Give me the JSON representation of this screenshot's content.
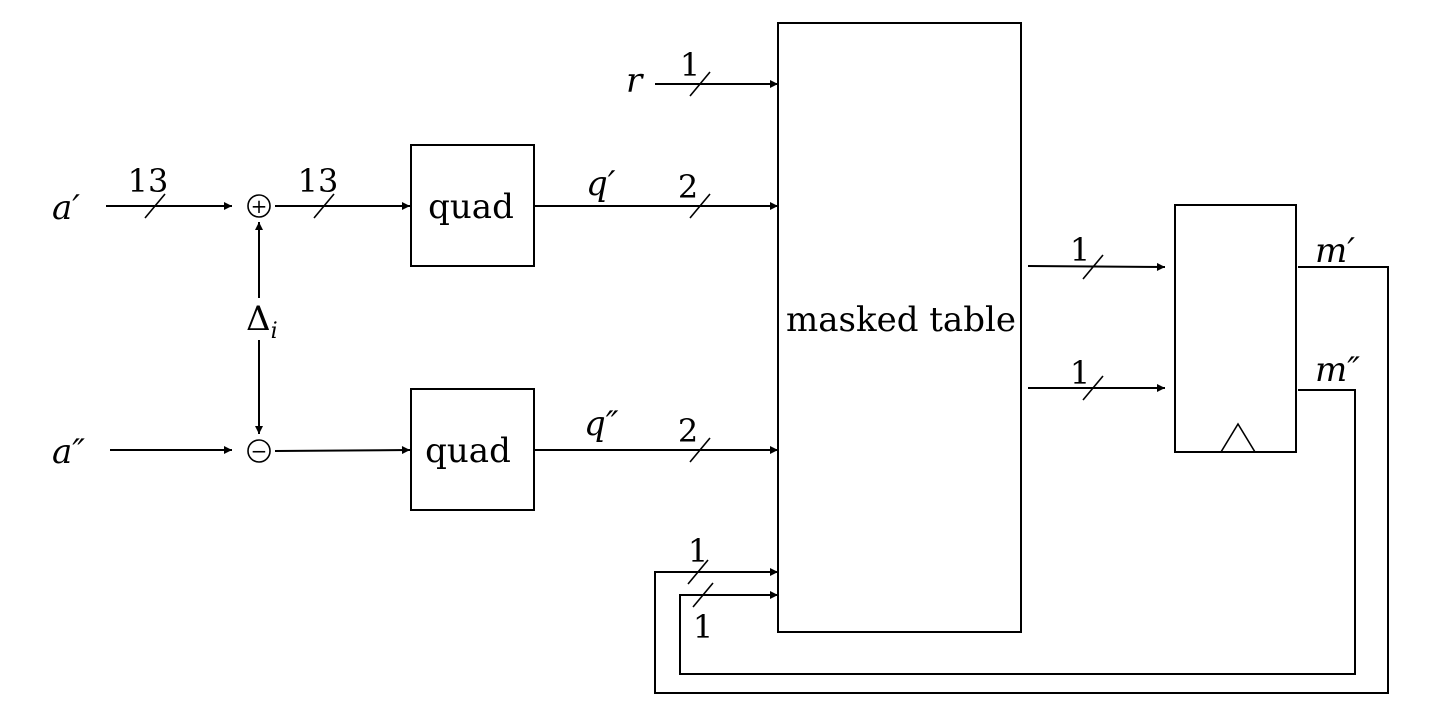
{
  "inputs": {
    "a_prime": "a′",
    "a_double_prime": "a″",
    "r": "r",
    "delta": "Δ",
    "delta_sub": "i"
  },
  "ops": {
    "plus": "+",
    "minus": "−"
  },
  "blocks": {
    "quad_top": "quad",
    "quad_bottom": "quad",
    "masked_table": "masked table"
  },
  "signals": {
    "q_prime": "q′",
    "q_double_prime": "q″",
    "m_prime": "m′",
    "m_double_prime": "m″"
  },
  "bus_widths": {
    "a_prime_in": "13",
    "sum_out": "13",
    "r_in": "1",
    "q_prime_in": "2",
    "q_double_prime_in": "2",
    "out_top": "1",
    "out_bottom": "1",
    "feedback_top": "1",
    "feedback_bottom": "1"
  }
}
